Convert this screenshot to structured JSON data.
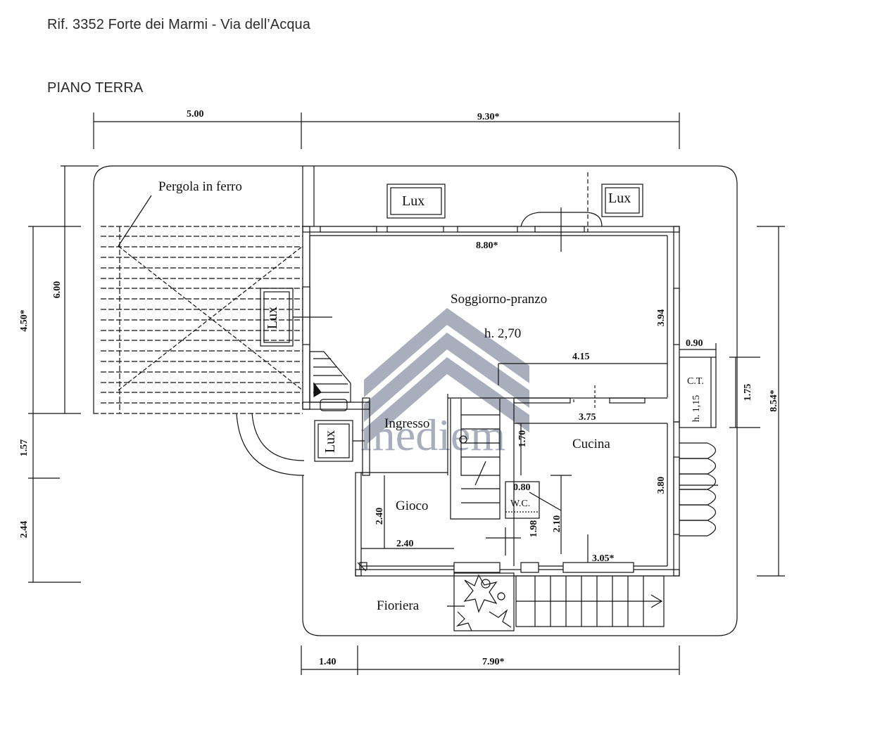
{
  "header": {
    "reference": "Rif. 3352 Forte dei Marmi - Via dell’Acqua",
    "floor": "PIANO TERRA"
  },
  "labels": {
    "pergola": "Pergola in ferro",
    "soggiorno": "Soggiorno-pranzo",
    "height_soggiorno": "h. 2,70",
    "ingresso": "Ingresso",
    "cucina": "Cucina",
    "gioco": "Gioco",
    "wc": "W.C.",
    "ct": "C.T.",
    "ct_height": "h. 1,15",
    "fioriera": "Fioriera",
    "lux": "Lux"
  },
  "dimensions": {
    "top_left": "5.00",
    "top_right": "9.30*",
    "soggiorno_width": "8.80*",
    "soggiorno_depth": "3.94",
    "corridor": "4.15",
    "ct_width": "0.90",
    "ct_depth": "1.75",
    "right_total": "8.54*",
    "cucina_width": "3.75",
    "cucina_depth": "3.80",
    "ingresso_depth": "1.70",
    "wc_width": "0.80",
    "wc_depth": "1.98",
    "cucina_inner": "2.10",
    "gioco_depth": "2.40",
    "gioco_width": "2.40",
    "cucina_bottom": "3.05*",
    "left_outer": "4.50*",
    "left_inner": "6.00",
    "left_mid": "1.57",
    "left_bottom": "2.44",
    "bottom_left": "1.40",
    "bottom_right": "7.90*"
  },
  "watermark": {
    "text": "mediem",
    "color": "#8b93a6"
  }
}
